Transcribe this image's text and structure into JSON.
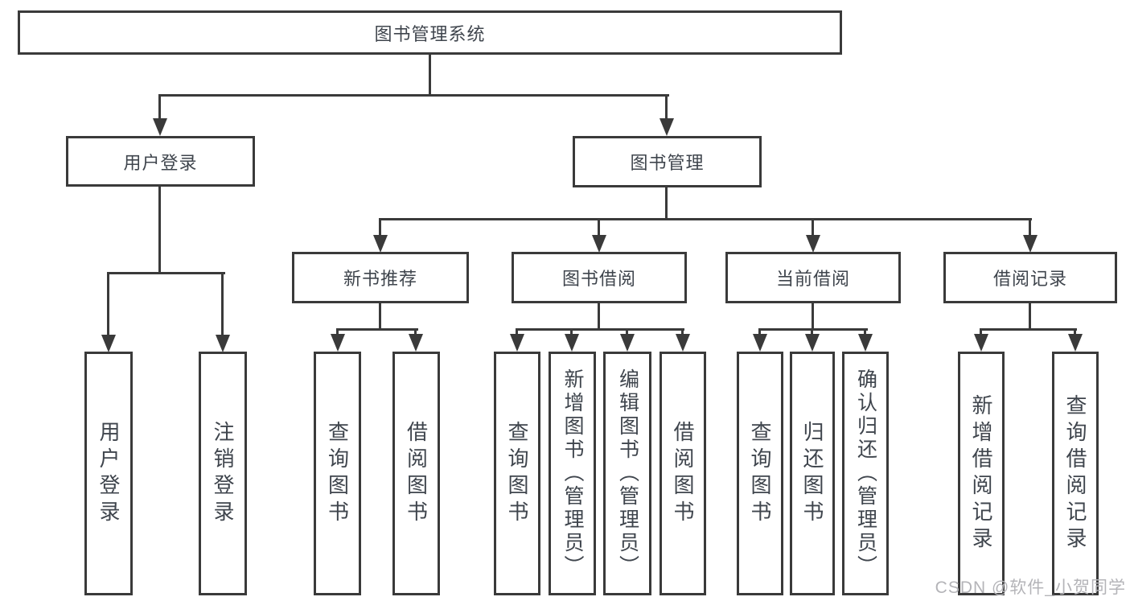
{
  "title": "图书管理系统",
  "level2": [
    "用户登录",
    "图书管理"
  ],
  "level3": [
    "新书推荐",
    "图书借阅",
    "当前借阅",
    "借阅记录"
  ],
  "leaves": {
    "login": [
      "用户登录",
      "注销登录"
    ],
    "recommend": [
      "查询图书",
      "借阅图书"
    ],
    "borrow": [
      "查询图书",
      "新增图书（管理员）",
      "编辑图书（管理员）",
      "借阅图书"
    ],
    "current": [
      "查询图书",
      "归还图书",
      "确认归还（管理员）"
    ],
    "records": [
      "新增借阅记录",
      "查询借阅记录"
    ]
  },
  "watermark": "CSDN @软件_小贺同学",
  "colors": {
    "line": "#3a3a3a",
    "text": "#3f454d",
    "watermark": "#b4b4b8",
    "background": "#ffffff"
  }
}
